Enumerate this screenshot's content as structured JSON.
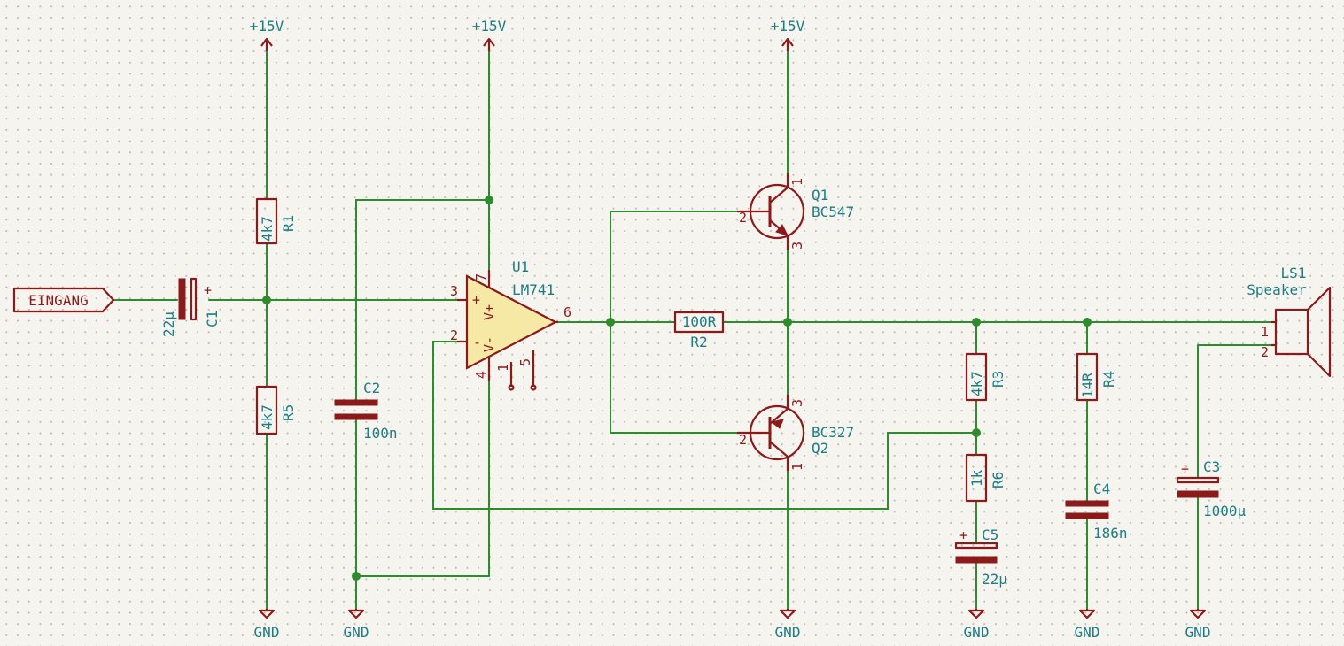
{
  "supplies": {
    "vplus": "+15V",
    "gnd": "GND"
  },
  "input_port": "EINGANG",
  "components": {
    "C1": {
      "ref": "C1",
      "value": "22µ"
    },
    "R1": {
      "ref": "R1",
      "value": "4k7"
    },
    "R5": {
      "ref": "R5",
      "value": "4k7"
    },
    "C2": {
      "ref": "C2",
      "value": "100n"
    },
    "U1": {
      "ref": "U1",
      "value": "LM741",
      "pin_vplus": "V+",
      "pin_vminus": "V-",
      "plus": "+",
      "minus": "-"
    },
    "R2": {
      "ref": "R2",
      "value": "100R"
    },
    "Q1": {
      "ref": "Q1",
      "value": "BC547"
    },
    "Q2": {
      "ref": "Q2",
      "value": "BC327"
    },
    "R3": {
      "ref": "R3",
      "value": "4k7"
    },
    "R6": {
      "ref": "R6",
      "value": "1k"
    },
    "C5": {
      "ref": "C5",
      "value": "22µ"
    },
    "R4": {
      "ref": "R4",
      "value": "14R"
    },
    "C4": {
      "ref": "C4",
      "value": "186n"
    },
    "C3": {
      "ref": "C3",
      "value": "1000µ"
    },
    "LS1": {
      "ref": "LS1",
      "value": "Speaker"
    }
  },
  "pins": {
    "one": "1",
    "two": "2",
    "three": "3",
    "four": "4",
    "five": "5",
    "six": "6",
    "seven": "7"
  },
  "polarity": "+",
  "colors": {
    "wire": "#2e8b2e",
    "symbol": "#8b1a1a",
    "label": "#1d7c84",
    "opamp_fill": "#f6e9a5",
    "background": "#f5f4ef"
  }
}
